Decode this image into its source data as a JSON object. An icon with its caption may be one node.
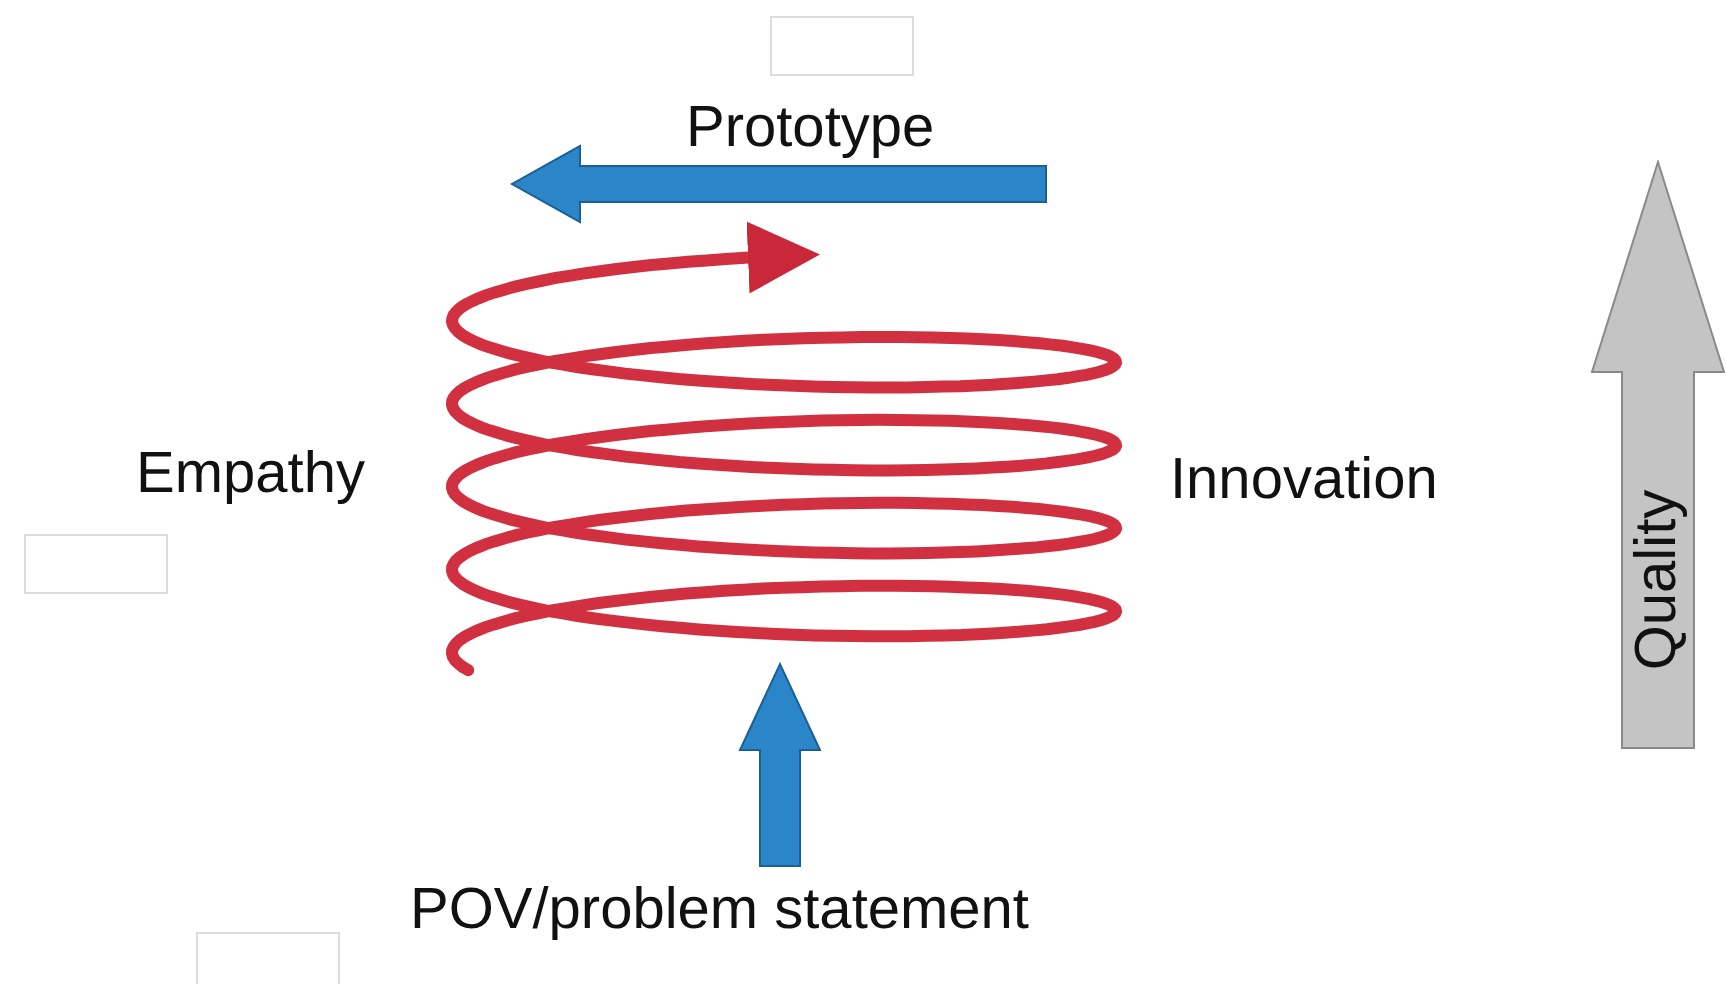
{
  "diagram": {
    "nodes": [
      {
        "text": [],
        "shape": "box"
      },
      {
        "text": [],
        "shape": "box"
      },
      {
        "text": [],
        "shape": "box"
      },
      {
        "text": [
          "Quality"
        ]
      }
    ],
    "labels": [
      "Prototype",
      "Empathy",
      "Innovation",
      "POV/problem statement"
    ]
  }
}
